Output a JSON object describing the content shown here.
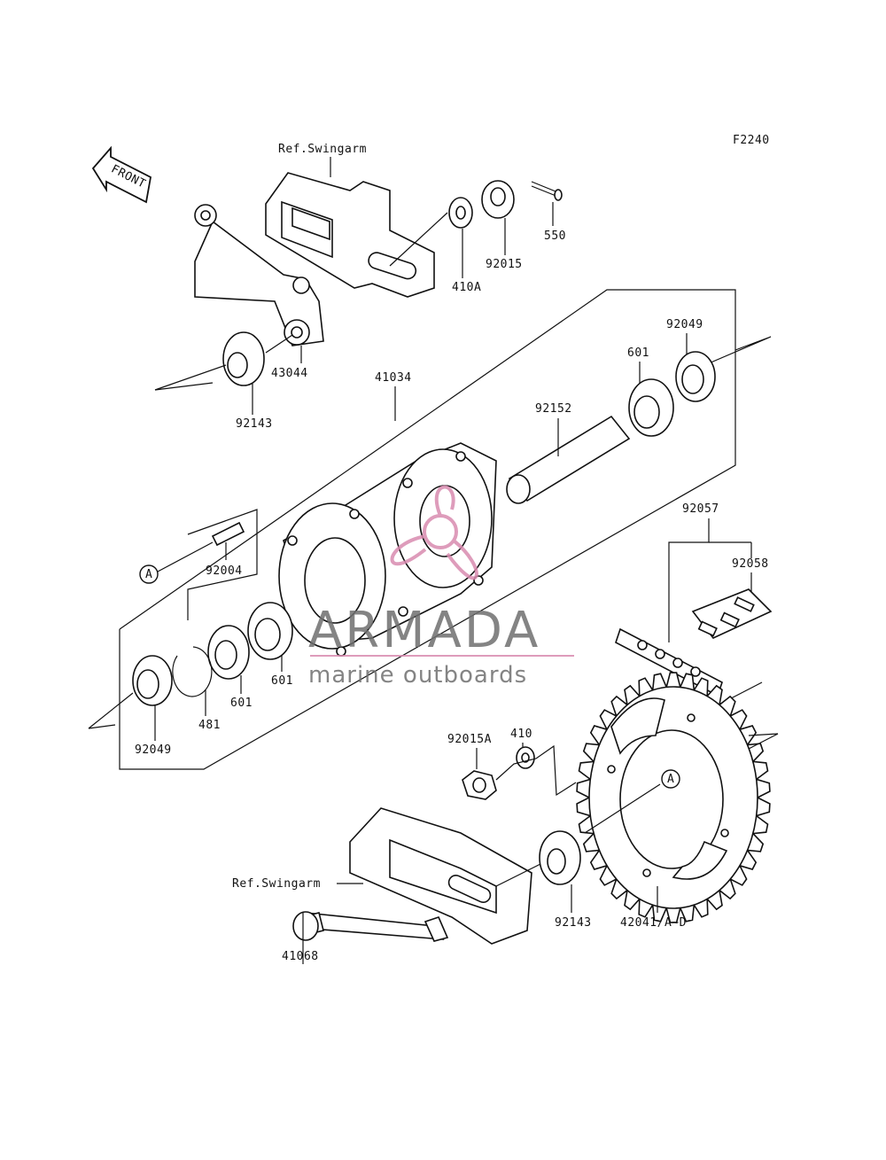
{
  "drawing_code": "F2240",
  "front_arrow": {
    "text": "FRONT",
    "icon": "front-arrow-icon"
  },
  "ref_labels": [
    "Ref.Swingarm",
    "Ref.Swingarm"
  ],
  "callout_marker": "A",
  "parts": {
    "p550": "550",
    "p92015": "92015",
    "p410A": "410A",
    "p43044": "43044",
    "p92143_top": "92143",
    "p41034": "41034",
    "p92049_top": "92049",
    "p601_top": "601",
    "p92152": "92152",
    "p92057": "92057",
    "p92058": "92058",
    "p92004": "92004",
    "p601_mid": "601",
    "p601_low": "601",
    "p481": "481",
    "p92049_low": "92049",
    "p410": "410",
    "p92015A": "92015A",
    "p92143_low": "92143",
    "p42041": "42041/A~D",
    "p41068": "41068"
  },
  "watermark": {
    "brand": "ARMADA",
    "tagline": "marine outboards",
    "accent_color": "#d98bb0",
    "text_color": "#6f6f6f"
  }
}
